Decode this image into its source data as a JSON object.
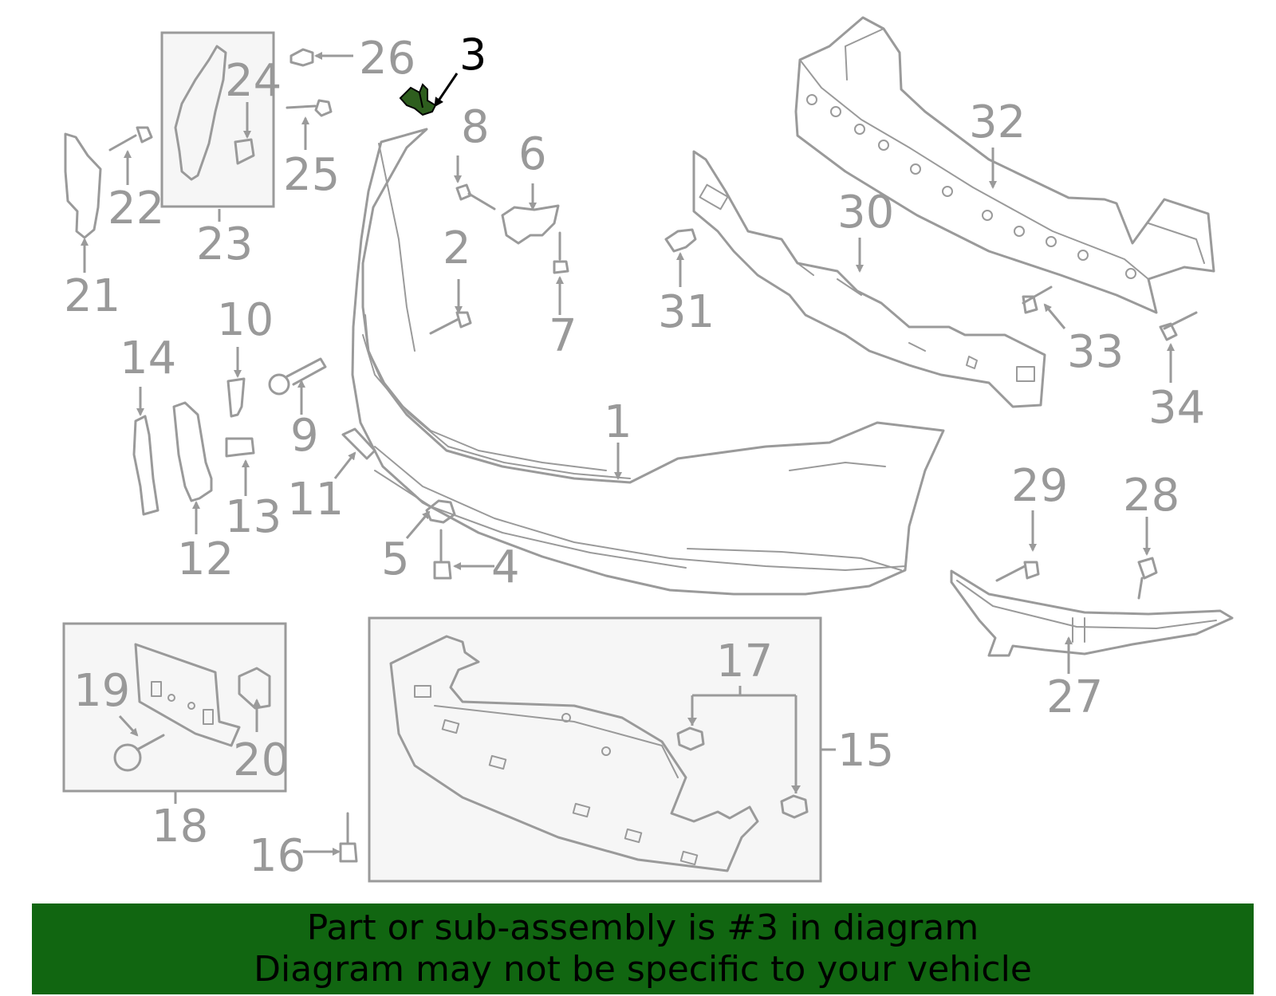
{
  "diagram": {
    "highlighted_part": "3",
    "highlight_color": "#2e5e1e",
    "banner_color": "#116611",
    "callouts": [
      "1",
      "2",
      "3",
      "4",
      "5",
      "6",
      "7",
      "8",
      "9",
      "10",
      "11",
      "12",
      "13",
      "14",
      "15",
      "16",
      "17",
      "18",
      "19",
      "20",
      "21",
      "22",
      "23",
      "24",
      "25",
      "26",
      "27",
      "28",
      "29",
      "30",
      "31",
      "32",
      "33",
      "34"
    ]
  },
  "banner": {
    "line1": "Part or sub-assembly is #3 in diagram",
    "line2": "Diagram may not be specific to your vehicle"
  }
}
